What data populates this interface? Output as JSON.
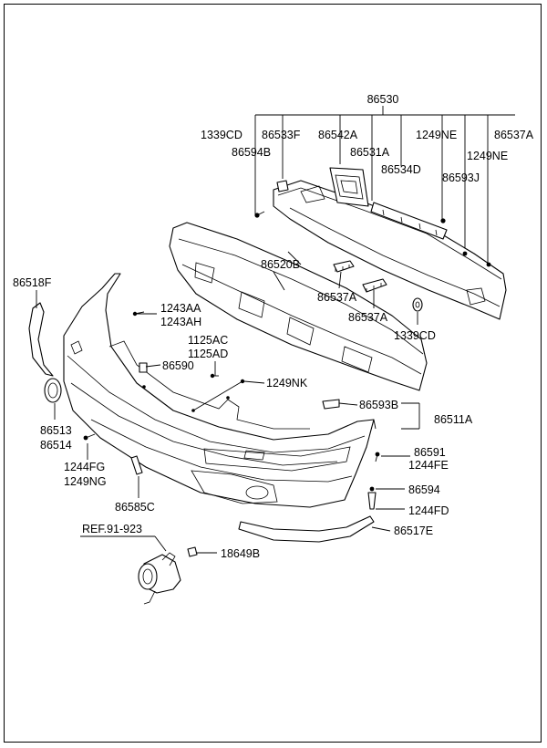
{
  "labels": {
    "p86530": "86530",
    "p1339CD_a": "1339CD",
    "p86533F": "86533F",
    "p86542A": "86542A",
    "p1249NE_a": "1249NE",
    "p86537A_a": "86537A",
    "p86594B": "86594B",
    "p86531A": "86531A",
    "p1249NE_b": "1249NE",
    "p86534D": "86534D",
    "p86593J": "86593J",
    "p86518F": "86518F",
    "p86520B": "86520B",
    "p86537A_b": "86537A",
    "p86537A_c": "86537A",
    "p1339CD_b": "1339CD",
    "p1243AA": "1243AA",
    "p1243AH": "1243AH",
    "p1125AC": "1125AC",
    "p1125AD": "1125AD",
    "p86590": "86590",
    "p1249NK": "1249NK",
    "p86593B": "86593B",
    "p86511A": "86511A",
    "p86513": "86513",
    "p86514": "86514",
    "p86591": "86591",
    "p1244FE": "1244FE",
    "p1244FG": "1244FG",
    "p1249NG": "1249NG",
    "p86594": "86594",
    "p86585C": "86585C",
    "p1244FD": "1244FD",
    "pRef": "REF.91-923",
    "p86517E": "86517E",
    "p18649B": "18649B"
  }
}
